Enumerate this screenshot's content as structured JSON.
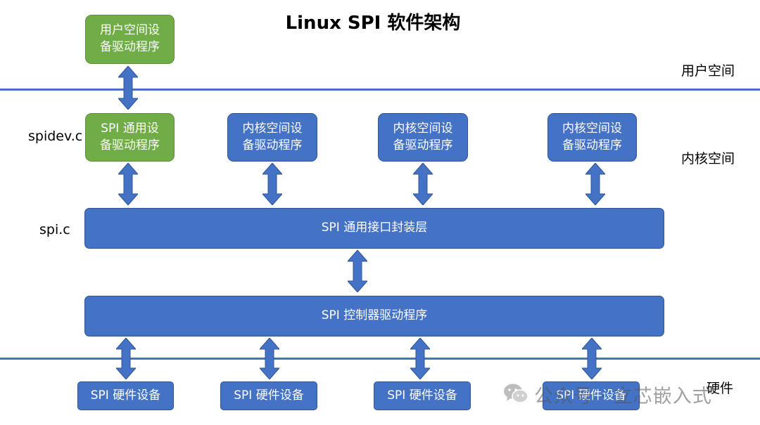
{
  "title": "Linux SPI 软件架构",
  "zones": {
    "user_space": "用户空间",
    "kernel_space": "内核空间",
    "hardware": "硬件"
  },
  "side_labels": {
    "spidev": "spidev.c",
    "spi": "spi.c"
  },
  "boxes": {
    "user_driver": [
      "用户空间设",
      "备驱动程序"
    ],
    "spidev_driver": [
      "SPI 通用设",
      "备驱动程序"
    ],
    "kernel_driver_1": [
      "内核空间设",
      "备驱动程序"
    ],
    "kernel_driver_2": [
      "内核空间设",
      "备驱动程序"
    ],
    "kernel_driver_3": [
      "内核空间设",
      "备驱动程序"
    ],
    "core_layer": "SPI 通用接口封装层",
    "controller_driver": "SPI 控制器驱动程序",
    "hw_device_1": "SPI 硬件设备",
    "hw_device_2": "SPI 硬件设备",
    "hw_device_3": "SPI 硬件设备",
    "hw_device_4": "SPI 硬件设备"
  },
  "watermark": {
    "text": "公众号 · 立芯嵌入式",
    "icon": "wechat-icon"
  },
  "colors": {
    "blue": "#4472c4",
    "green": "#70ad47",
    "divider": "#4472c4"
  }
}
